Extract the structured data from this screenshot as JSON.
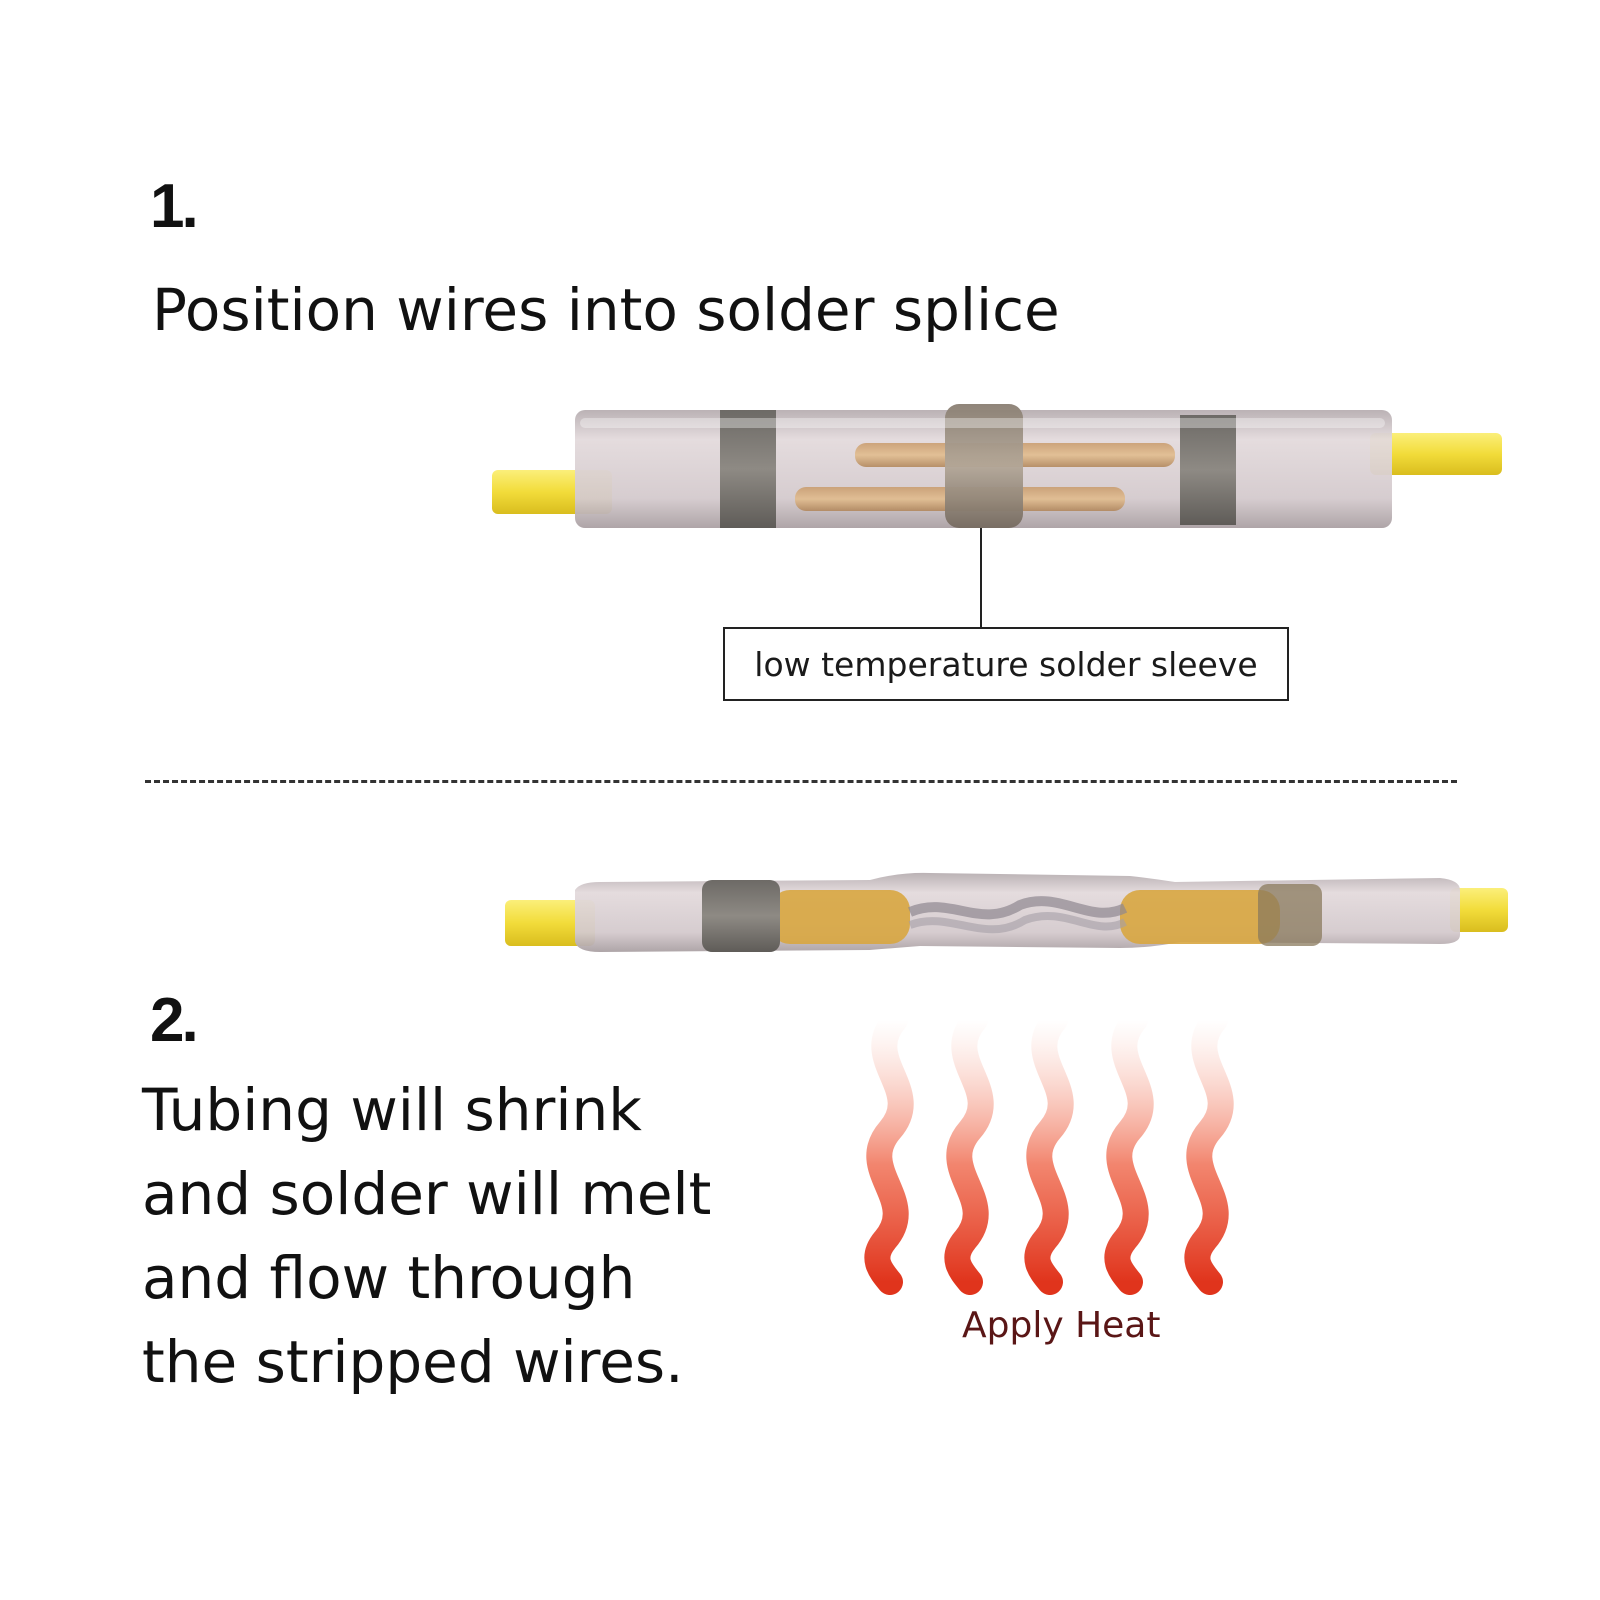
{
  "step1": {
    "number": "1.",
    "text": "Position wires into solder splice",
    "callout": "low temperature solder sleeve"
  },
  "step2": {
    "number": "2.",
    "lines": [
      "Tubing will shrink",
      "and solder will melt",
      "and flow through",
      "the stripped wires."
    ],
    "heat_label": "Apply Heat"
  },
  "colors": {
    "wire_yellow": "#f2dc3a",
    "solder_band": "#7e7a73",
    "sleeve_tint": "#cfc6c8",
    "heat_red": "#e0341c",
    "heat_label": "#5a1616"
  }
}
